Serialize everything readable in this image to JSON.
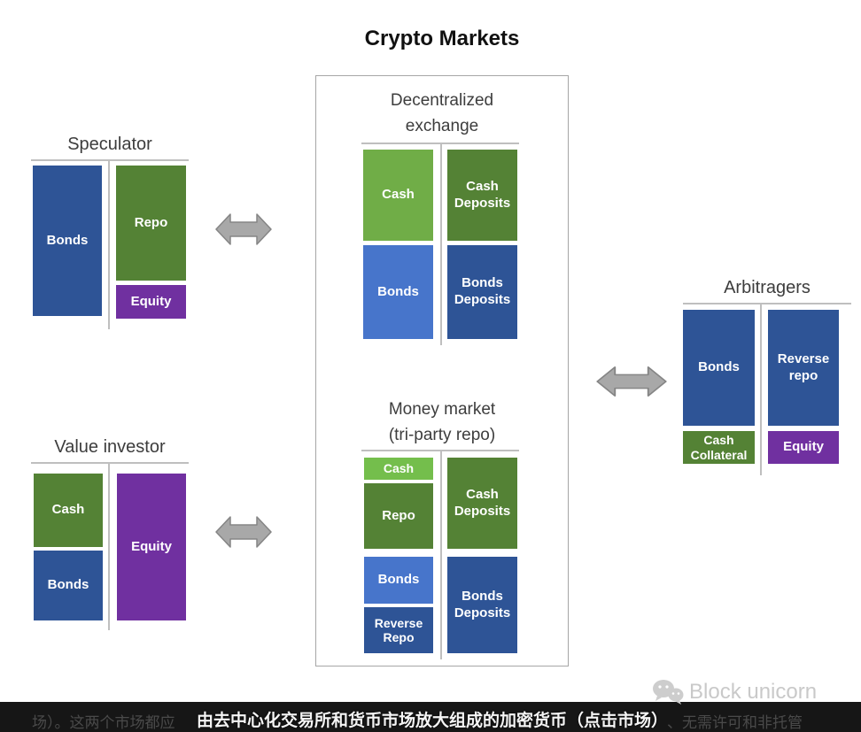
{
  "title": "Crypto Markets",
  "speculator": {
    "heading": "Speculator",
    "assets": [
      "Bonds"
    ],
    "liabilities": [
      "Repo",
      "Equity"
    ]
  },
  "value_investor": {
    "heading": "Value investor",
    "assets": [
      "Cash",
      "Bonds"
    ],
    "liabilities": [
      "Equity"
    ]
  },
  "central_box": {
    "dex": {
      "heading_line1": "Decentralized",
      "heading_line2": "exchange",
      "assets": [
        "Cash",
        "Bonds"
      ],
      "liabilities": [
        "Cash Deposits",
        "Bonds Deposits"
      ]
    },
    "money_market": {
      "heading_line1": "Money market",
      "heading_line2": "(tri-party repo)",
      "assets": [
        "Cash",
        "Repo",
        "Bonds",
        "Reverse Repo"
      ],
      "liabilities": [
        "Cash Deposits",
        "Bonds Deposits"
      ]
    }
  },
  "arbitragers": {
    "heading": "Arbitragers",
    "assets": [
      "Bonds",
      "Cash Collateral"
    ],
    "liabilities": [
      "Reverse repo",
      "Equity"
    ]
  },
  "footer": {
    "faint_left": "场）。这两个市场都应",
    "caption": "由去中心化交易所和货币市场放大组成的加密货币（点击市场）",
    "faint_right": "、无需许可和非托管",
    "watermark": "Block unicorn"
  },
  "colors": {
    "dark_blue": "#2E5496",
    "light_blue": "#4775CB",
    "dark_green": "#548235",
    "light_green": "#70AD47",
    "bright_green": "#74BE4C",
    "purple": "#7030A0",
    "arrow_gray": "#A8A8A8",
    "divider_gray": "#BFBFBF",
    "footer_bar": "#161616"
  }
}
